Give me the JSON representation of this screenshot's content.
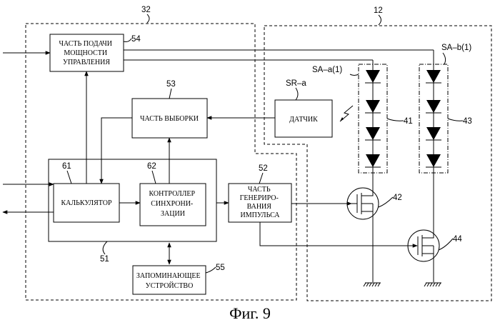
{
  "refs": {
    "r32": "32",
    "r12": "12",
    "r54": "54",
    "r53": "53",
    "r61": "61",
    "r62": "62",
    "r52": "52",
    "r51": "51",
    "r55": "55",
    "r41": "41",
    "r42": "42",
    "r43": "43",
    "r44": "44"
  },
  "blocks": {
    "power": [
      "ЧАСТЬ ПОДАЧИ",
      "МОЩНОСТИ",
      "УПРАВЛЕНИЯ"
    ],
    "sampling": [
      "ЧАСТЬ ВЫБОРКИ"
    ],
    "calculator": [
      "КАЛЬКУЛЯТОР"
    ],
    "sync": [
      "КОНТРОЛЛЕР",
      "СИНХРОНИ-",
      "ЗАЦИИ"
    ],
    "pulse": [
      "ЧАСТЬ",
      "ГЕНЕРИРО-",
      "ВАНИЯ",
      "ИМПУЛЬСА"
    ],
    "memory": [
      "ЗАПОМИНАЮЩЕЕ",
      "УСТРОЙСТВО"
    ],
    "sensor": [
      "ДАТЧИК"
    ]
  },
  "labels": {
    "sr_a": "SR–a",
    "sa_a": "SA–a(1)",
    "sa_b": "SA–b(1)"
  },
  "caption": "Фиг. 9"
}
